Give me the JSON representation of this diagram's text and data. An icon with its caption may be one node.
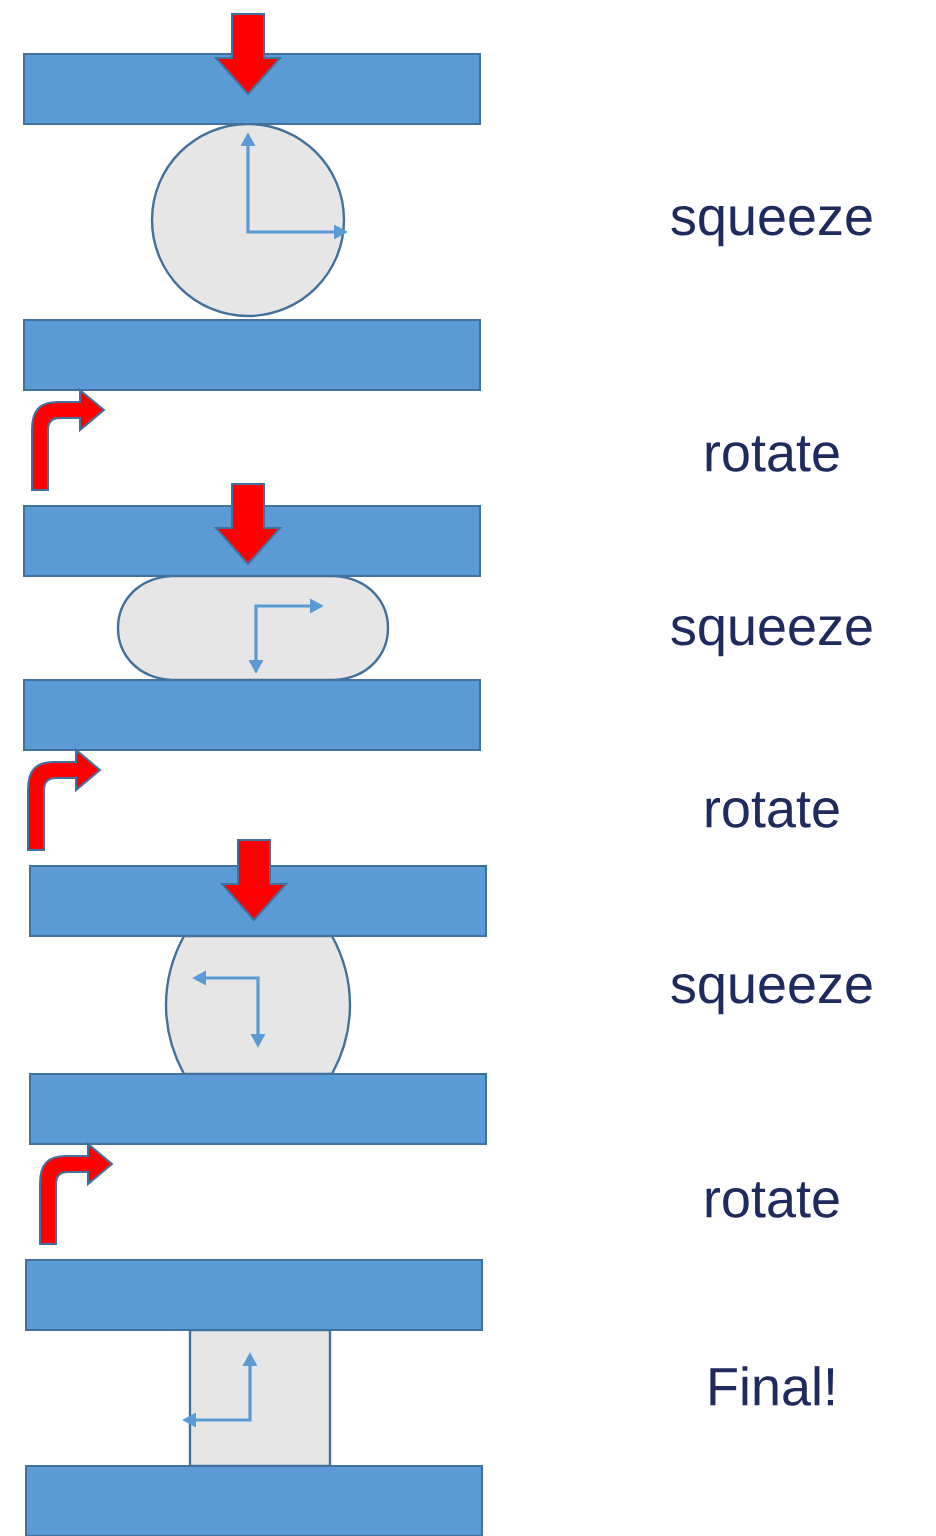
{
  "diagram": {
    "labels": [
      "squeeze",
      "rotate",
      "squeeze",
      "rotate",
      "squeeze",
      "rotate",
      "Final!"
    ]
  }
}
